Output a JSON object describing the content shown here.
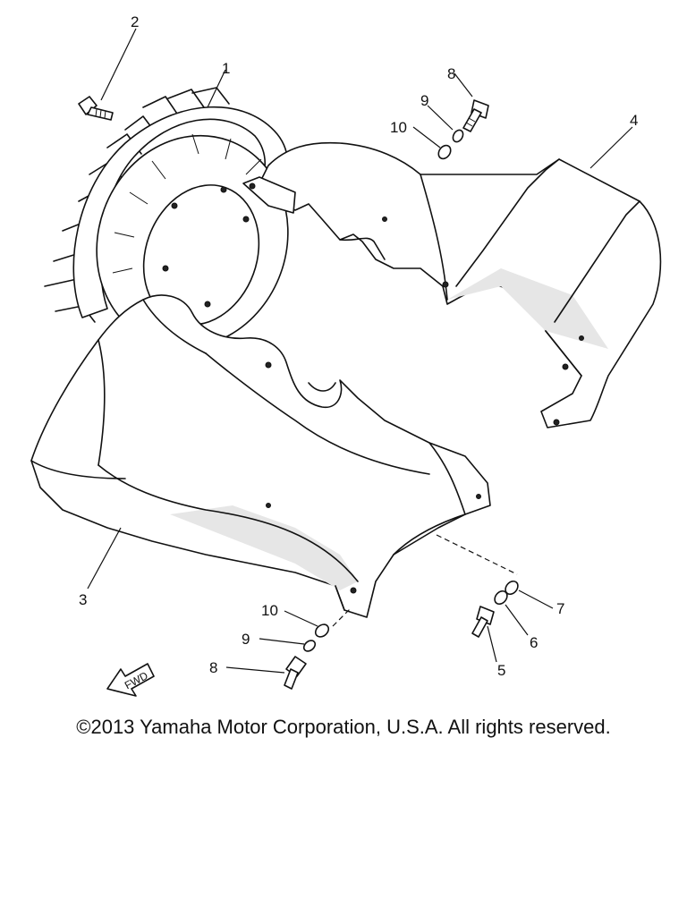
{
  "callouts": {
    "c1": "1",
    "c2": "2",
    "c3": "3",
    "c4": "4",
    "c5": "5",
    "c6": "6",
    "c7": "7",
    "c8a": "8",
    "c8b": "8",
    "c9a": "9",
    "c9b": "9",
    "c10a": "10",
    "c10b": "10"
  },
  "fwd_label": "FWD",
  "copyright": "©2013 Yamaha Motor Corporation, U.S.A. All rights reserved."
}
